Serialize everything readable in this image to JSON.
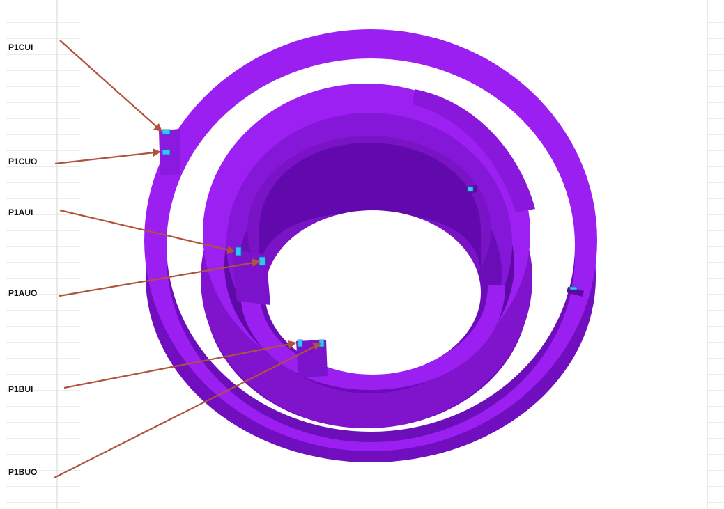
{
  "sensors": [
    {
      "id": "sensor-p1cui",
      "label": "P1CUI"
    },
    {
      "id": "sensor-p1cuo",
      "label": "P1CUO"
    },
    {
      "id": "sensor-p1aui",
      "label": "P1AUI"
    },
    {
      "id": "sensor-p1auo",
      "label": "P1AUO"
    },
    {
      "id": "sensor-p1bui",
      "label": "P1BUI"
    },
    {
      "id": "sensor-p1buo",
      "label": "P1BUO"
    }
  ],
  "colors": {
    "ring_top": "#9b1ff0",
    "ring_side": "#7a10c8",
    "ring_dark": "#5e0aa8",
    "sensor": "#33c4ff",
    "arrow": "#b0533c",
    "grid": "#d9d9d9"
  }
}
